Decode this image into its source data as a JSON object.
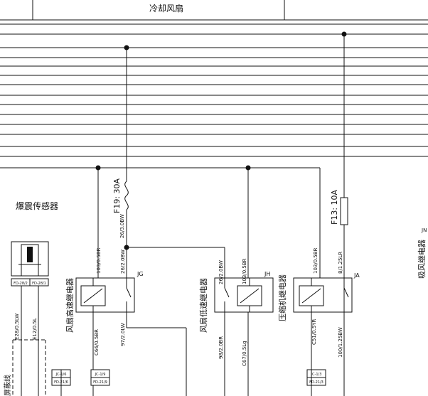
{
  "title": "冷却风扇",
  "knock_sensor": {
    "label": "爆震传感器",
    "conn_left": "FD-28/2",
    "conn_right": "FD-28/1",
    "wire_left": "E28/0.5LW",
    "wire_right": "E12/0.5L",
    "shield_label": "屏蔽线"
  },
  "fuses": {
    "f19": "F19: 30A",
    "f13": "F13: 10A"
  },
  "fuse_wire": "26/3.0BW",
  "relays": {
    "high": {
      "name": "风扇高速继电器",
      "code": "JG",
      "wire_top_left": "103/0.5BR",
      "wire_top_right": "26/2.0BW",
      "wire_bot_left": "C66/0.5BR",
      "wire_bot_right": "97/2.0LW",
      "conn_top": "JC-1/6",
      "conn_bot": "FD-21/6",
      "conn2_top": "JC-1/9",
      "conn2_bot": "FD-21/9"
    },
    "low": {
      "name": "风扇低速继电器",
      "code": "JH",
      "wire_top_left": "26/2.0BW",
      "wire_top_right": "103/0.5BR",
      "wire_bot_left": "98/2.0BR",
      "wire_bot_right": "C67/0.5Lg"
    },
    "compressor": {
      "name": "压缩机继电器",
      "code": "JA",
      "wire_top_left": "103/0.5BR",
      "wire_top_right": "8/1.25LR",
      "wire_bot_left": "C51/0.5YR",
      "wire_bot_right": "100/1.25BW",
      "conn_top": "JC-1/3",
      "conn_bot": "FD-21/3"
    },
    "blower": {
      "name": "吸风继电器",
      "code": "JN"
    }
  }
}
